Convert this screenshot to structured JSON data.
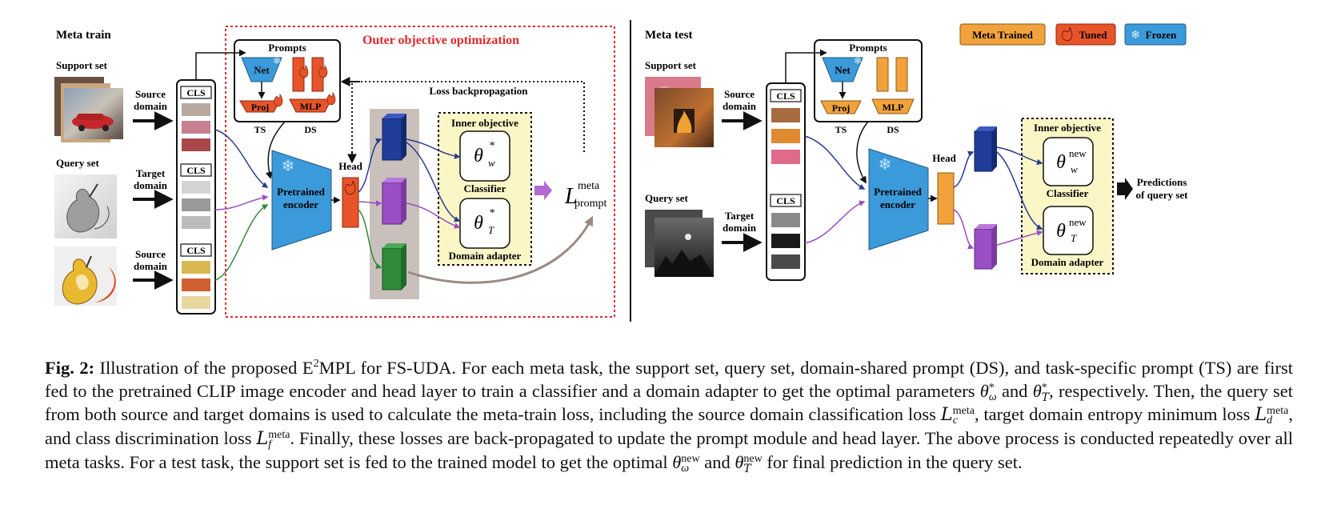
{
  "colors": {
    "meta_trained": "#f2a23c",
    "tuned": "#e8542a",
    "frozen": "#3b9ad9",
    "outer_border": "#e0282e",
    "inner_bg": "#fbf6c5",
    "feature_blue": "#1f3d99",
    "feature_purple": "#9b4fc4",
    "feature_green": "#2f8a3a",
    "arrow_gray": "#9a8a80",
    "arrow_purple": "#b06ad1"
  },
  "meta_train": {
    "title": "Meta train",
    "outer_label": "Outer objective optimization",
    "support_set": "Support set",
    "query_set": "Query set",
    "source_domain_1": "Source\ndomain",
    "target_domain": "Target\ndomain",
    "source_domain_2": "Source\ndomain",
    "cls": "CLS",
    "prompts": "Prompts",
    "net": "Net",
    "proj": "Proj",
    "mlp": "MLP",
    "ts": "TS",
    "ds": "DS",
    "encoder": "Pretrained\nencoder",
    "head": "Head",
    "loss_backprop": "Loss backpropagation",
    "inner_objective": "Inner objective",
    "classifier": "Classifier",
    "domain_adapter": "Domain adapter",
    "theta_w": "θ",
    "theta_w_sub": "w",
    "theta_w_sup": "*",
    "theta_t_sub": "T",
    "loss_sym": "L",
    "loss_sup": "meta",
    "loss_sub": "prompt"
  },
  "meta_test": {
    "title": "Meta test",
    "support_set": "Support set",
    "query_set": "Query set",
    "source_domain": "Source\ndomain",
    "target_domain": "Target\ndomain",
    "cls": "CLS",
    "prompts": "Prompts",
    "net": "Net",
    "proj": "Proj",
    "mlp": "MLP",
    "ts": "TS",
    "ds": "DS",
    "encoder": "Pretrained\nencoder",
    "head": "Head",
    "inner_objective": "Inner objective",
    "classifier": "Classifier",
    "domain_adapter": "Domain adapter",
    "theta_sup": "new",
    "predictions": "Predictions\nof query set"
  },
  "legend": {
    "meta_trained": "Meta Trained",
    "tuned": "Tuned",
    "frozen": "Frozen"
  },
  "caption": {
    "fig_label": "Fig. 2:",
    "s1": " Illustration of the proposed E",
    "s1_sup": "2",
    "s2": "MPL for FS-UDA. For each meta task, the support set, query set, domain-shared prompt (DS), and task-specific prompt (TS) are first fed to the pretrained CLIP image encoder and head layer to train a classifier and a domain adapter to get the optimal parameters ",
    "s3": " and ",
    "s4": ", respectively. Then, the query set from both source and target domains is used to calculate the meta-train loss, including the source domain classification loss ",
    "s5": ", target domain entropy minimum loss ",
    "s6": ", and class discrimination loss ",
    "s7": ". Finally, these losses are back-propagated to update the prompt module and head layer. The above process is conducted repeatedly over all meta tasks. For a test task, the support set is fed to the trained model to get the optimal ",
    "s8": " and ",
    "s9": " for final prediction in the query set.",
    "theta": "θ",
    "omega": "ω",
    "tsub": "T",
    "star": "*",
    "new": "new",
    "lsym": "L",
    "meta": "meta",
    "c": "c",
    "d": "d",
    "f": "f"
  }
}
